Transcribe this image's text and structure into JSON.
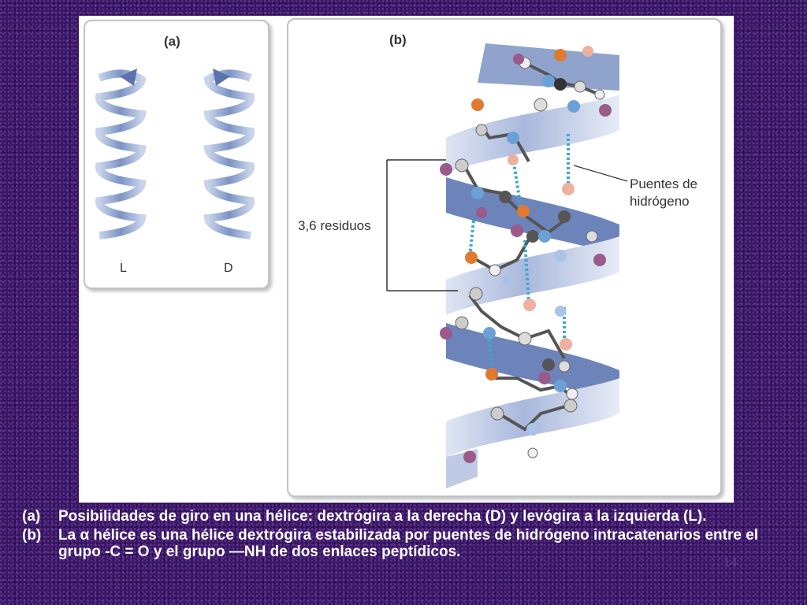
{
  "figure": {
    "panel_a": {
      "label": "(a)",
      "left_helix_label": "L",
      "right_helix_label": "D"
    },
    "panel_b": {
      "label": "(b)",
      "residues_label": "3,6 residuos",
      "hbond_label_1": "Puentes de",
      "hbond_label_2": "hidrógeno"
    }
  },
  "caption": {
    "a_tag": "(a)",
    "a_text": "Posibilidades de giro en una hélice: dextrógira a la derecha (D) y levógira a la izquierda (L).",
    "b_tag": "(b)",
    "b_text": "La α hélice es una hélice dextrógira estabilizada por puentes de hidrógeno intracatenarios entre el grupo -C = O y el grupo —NH de dos enlaces peptídicos."
  },
  "page_number": "14",
  "colors": {
    "background": "#3a1766",
    "ribbon": "#7c93c4",
    "ribbon_dark": "#4f68a6",
    "oxygen": "#e07a30",
    "nitrogen": "#6aa2d8",
    "carbon": "#555555",
    "side_chain": "#9a5a8a",
    "hbond": "#3aa7d9"
  }
}
